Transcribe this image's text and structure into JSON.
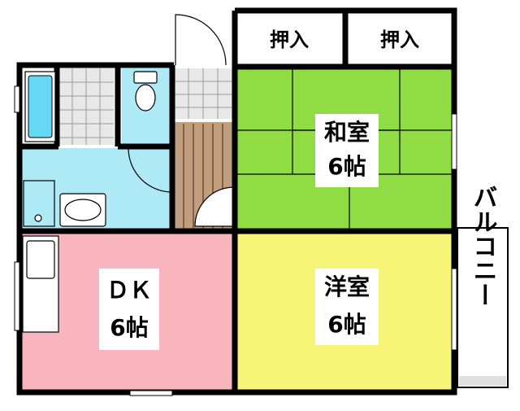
{
  "colors": {
    "washitsu": "#8fdc44",
    "youshitsu": "#f7f577",
    "dk": "#f8b5bd",
    "wet": "#aee9f6",
    "bath": "#66d8f3",
    "stair": "#c19e7e",
    "tile": "#e8e8e8",
    "balcony": "#e0e0e0"
  },
  "rooms": {
    "oshiire_left": {
      "label": "押入"
    },
    "oshiire_right": {
      "label": "押入"
    },
    "washitsu": {
      "name": "和室",
      "size": "6帖"
    },
    "youshitsu": {
      "name": "洋室",
      "size": "6帖"
    },
    "dk": {
      "name": "ＤＫ",
      "size": "6帖"
    },
    "balcony": {
      "label": "バルコニー"
    }
  },
  "icons": {
    "bathtub": "bathtub-icon",
    "toilet": "toilet-icon",
    "washbasin": "washbasin-icon",
    "kitchen_sink": "kitchen-sink-icon"
  }
}
